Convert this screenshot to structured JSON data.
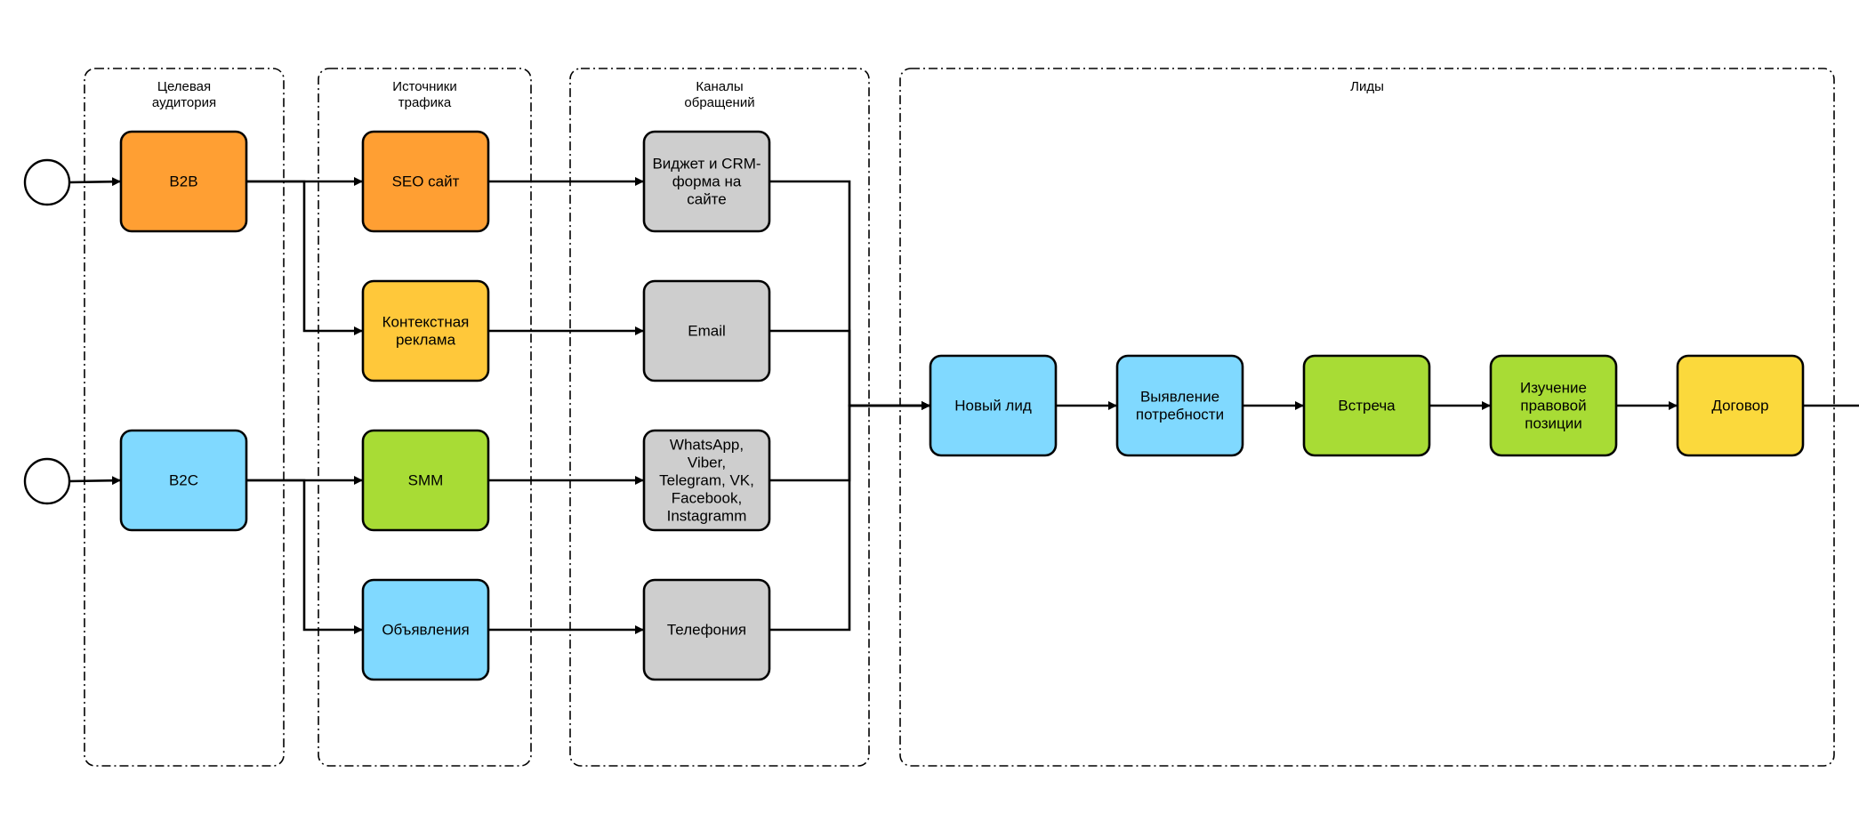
{
  "colors": {
    "orange": "#ff9f33",
    "amber": "#ffc83a",
    "green": "#a8dc35",
    "blue": "#80d9ff",
    "gray": "#cecece",
    "yellow": "#fbd93c"
  },
  "groups": [
    {
      "id": "audience",
      "lines": [
        "Целевая",
        "аудитория"
      ]
    },
    {
      "id": "traffic",
      "lines": [
        "Источники",
        "трафика"
      ]
    },
    {
      "id": "channels",
      "lines": [
        "Каналы",
        "обращений"
      ]
    },
    {
      "id": "leads",
      "lines": [
        "Лиды"
      ]
    }
  ],
  "start_events": [
    {
      "id": "start-b2b"
    },
    {
      "id": "start-b2c"
    }
  ],
  "nodes": [
    {
      "id": "b2b",
      "lines": [
        "B2B"
      ],
      "color": "orange"
    },
    {
      "id": "b2c",
      "lines": [
        "B2C"
      ],
      "color": "blue"
    },
    {
      "id": "seo",
      "lines": [
        "SEO сайт"
      ],
      "color": "orange"
    },
    {
      "id": "context-ads",
      "lines": [
        "Контекстная",
        "реклама"
      ],
      "color": "amber"
    },
    {
      "id": "smm",
      "lines": [
        "SMM"
      ],
      "color": "green"
    },
    {
      "id": "ads",
      "lines": [
        "Объявления"
      ],
      "color": "blue"
    },
    {
      "id": "widget",
      "lines": [
        "Виджет и CRM-",
        "форма на",
        "сайте"
      ],
      "color": "gray"
    },
    {
      "id": "email",
      "lines": [
        "Email"
      ],
      "color": "gray"
    },
    {
      "id": "messengers",
      "lines": [
        "WhatsApp,",
        "Viber,",
        "Telegram, VK,",
        "Facebook,",
        "Instagramm"
      ],
      "color": "gray"
    },
    {
      "id": "telephony",
      "lines": [
        "Телефония"
      ],
      "color": "gray"
    },
    {
      "id": "new-lead",
      "lines": [
        "Новый лид"
      ],
      "color": "blue"
    },
    {
      "id": "needs",
      "lines": [
        "Выявление",
        "потребности"
      ],
      "color": "blue"
    },
    {
      "id": "meeting",
      "lines": [
        "Встреча"
      ],
      "color": "green"
    },
    {
      "id": "legal",
      "lines": [
        "Изучение",
        "правовой",
        "позиции"
      ],
      "color": "green"
    },
    {
      "id": "contract",
      "lines": [
        "Договор"
      ],
      "color": "yellow"
    }
  ],
  "edges": [
    {
      "from": "start-b2b",
      "to": "b2b"
    },
    {
      "from": "start-b2c",
      "to": "b2c"
    },
    {
      "from": "b2b",
      "to": "seo"
    },
    {
      "from": "b2b",
      "to": "context-ads"
    },
    {
      "from": "b2c",
      "to": "smm"
    },
    {
      "from": "b2c",
      "to": "ads"
    },
    {
      "from": "seo",
      "to": "widget"
    },
    {
      "from": "context-ads",
      "to": "email"
    },
    {
      "from": "smm",
      "to": "messengers"
    },
    {
      "from": "ads",
      "to": "telephony"
    },
    {
      "from": "widget",
      "to": "new-lead"
    },
    {
      "from": "email",
      "to": "new-lead"
    },
    {
      "from": "messengers",
      "to": "new-lead"
    },
    {
      "from": "telephony",
      "to": "new-lead"
    },
    {
      "from": "new-lead",
      "to": "needs"
    },
    {
      "from": "needs",
      "to": "meeting"
    },
    {
      "from": "meeting",
      "to": "legal"
    },
    {
      "from": "legal",
      "to": "contract"
    },
    {
      "from": "contract",
      "to": "continues-right"
    }
  ]
}
